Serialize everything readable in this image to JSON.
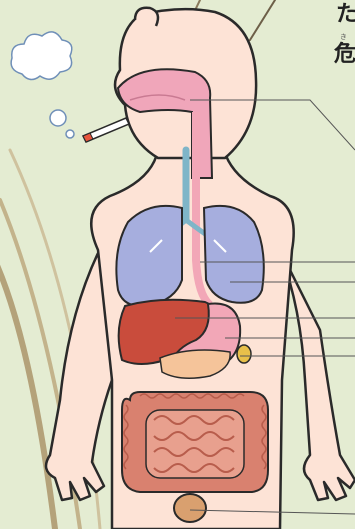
{
  "header": {
    "title_fragment": "た",
    "ruby_fragment": "き",
    "subtitle_fragment": "危"
  },
  "colors": {
    "background": "#e4ecd2",
    "skin": "#fde3d6",
    "outline": "#2a2a2a",
    "lungs": "#a6aede",
    "liver": "#c94c3c",
    "stomach": "#f2a7b7",
    "intestines": "#d9816f",
    "airway": "#7fb5c8",
    "mouth": "#f0a6ba",
    "smoke": "#ffffff"
  },
  "icons": [
    "cigarette-icon",
    "smoke-cloud-icon"
  ]
}
